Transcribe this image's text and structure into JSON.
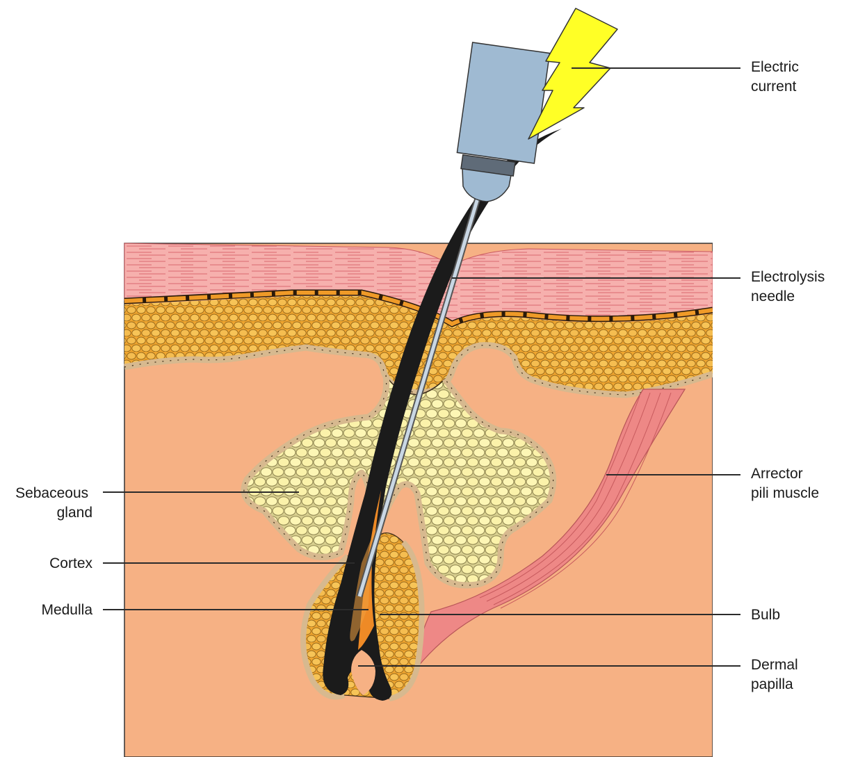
{
  "figure": {
    "labels": {
      "electric_current": [
        "Electric",
        "current"
      ],
      "electrolysis_needle": [
        "Electrolysis",
        "needle"
      ],
      "arrector_pili_muscle": [
        "Arrector",
        "pili muscle"
      ],
      "bulb": [
        "Bulb"
      ],
      "dermal_papilla": [
        "Dermal",
        "papilla"
      ],
      "sebaceous_gland": [
        "Sebaceous",
        "gland"
      ],
      "cortex": [
        "Cortex"
      ],
      "medulla": [
        "Medulla"
      ]
    }
  },
  "colors": {
    "dermis": "#f6b184",
    "epidermis": "#f4a6a4",
    "epidermis_lines": "#e07a7e",
    "cell_layer": "#f0a832",
    "cell_fill": "#f5bf55",
    "cell_border": "#d2b389",
    "gland_cells": "#fbf3ad",
    "hair": "#1a1a1a",
    "medulla": "#ee8a26",
    "muscle": "#ee8886",
    "device": "#9fbad2",
    "bolt": "#ffff26"
  }
}
